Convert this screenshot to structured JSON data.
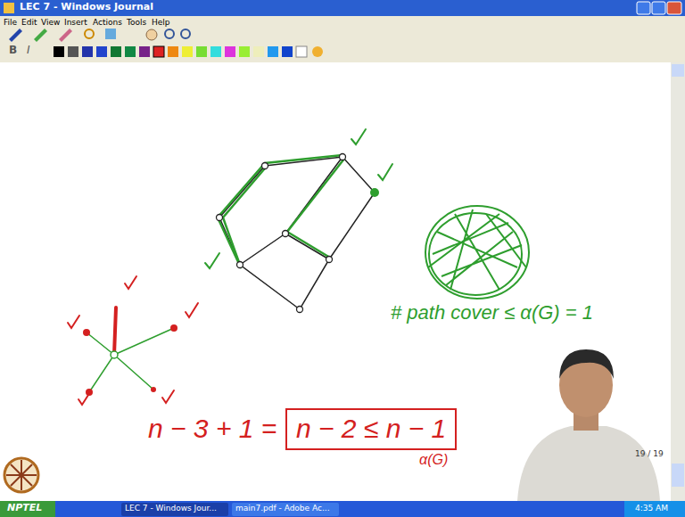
{
  "diagram": {
    "labels": [
      "LEC 7 - Windows Journal",
      "File",
      "Edit",
      "View",
      "Insert",
      "Actions",
      "Tools",
      "Help",
      "B",
      "I",
      "# path cover ≤ α(G) = 1",
      "n − 3 + 1 =",
      "n − 2 ≤ n − 1",
      "α(G)",
      "19 / 19",
      "NPTEL",
      "LEC 7 - Windows Jour...",
      "main7.pdf - Adobe Ac...",
      "4:35 AM"
    ]
  }
}
